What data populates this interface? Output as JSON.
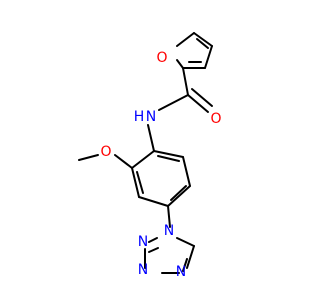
{
  "molecule": {
    "colors": {
      "bond": "#000000",
      "oxygen": "#ff0000",
      "nitrogen": "#0000ff",
      "background": "#ffffff"
    },
    "atom_labels": {
      "furan_oxygen": "O",
      "carbonyl_oxygen": "O",
      "amide_nitrogen": "N",
      "amide_hydrogen": "H",
      "methoxy_oxygen": "O",
      "tetrazole_n1": "N",
      "tetrazole_n2": "N",
      "tetrazole_n3": "N",
      "tetrazole_n4": "N"
    }
  }
}
